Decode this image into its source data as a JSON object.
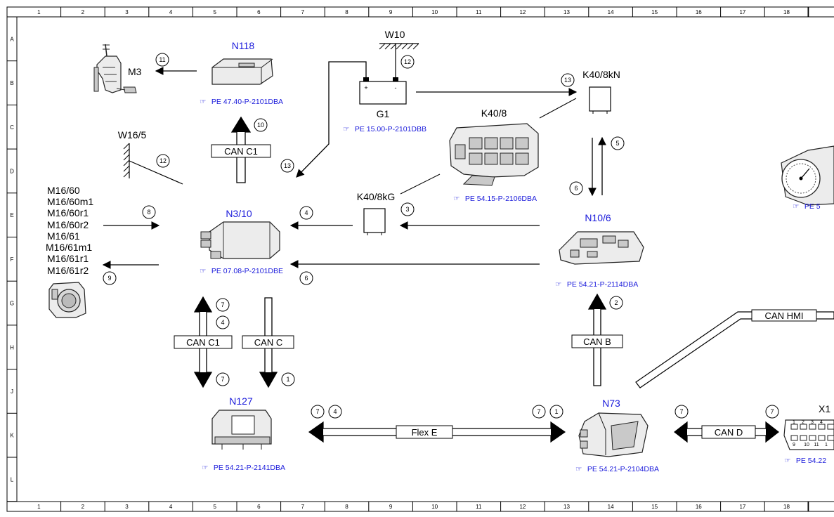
{
  "grid": {
    "columns": [
      "1",
      "2",
      "3",
      "4",
      "5",
      "6",
      "7",
      "8",
      "9",
      "10",
      "11",
      "12",
      "13",
      "14",
      "15",
      "16",
      "17",
      "18"
    ],
    "rows": [
      "A",
      "B",
      "C",
      "D",
      "E",
      "F",
      "G",
      "H",
      "J",
      "K",
      "L"
    ]
  },
  "components": {
    "m3": "M3",
    "n118": "N118",
    "n118_ref": "PE 47.40-P-2101DBA",
    "w10": "W10",
    "g1": "G1",
    "g1_plus": "+",
    "g1_minus": "-",
    "g1_ref": "PE 15.00-P-2101DBB",
    "k40_8kn": "K40/8kN",
    "k40_8": "K40/8",
    "k40_8_ref": "PE 54.15-P-2106DBA",
    "w16_5": "W16/5",
    "m16_list": [
      "M16/60",
      "M16/60m1",
      "M16/60r1",
      "M16/60r2",
      "M16/61",
      "M16/61m1",
      "M16/61r1",
      "M16/61r2"
    ],
    "n3_10": "N3/10",
    "n3_10_ref": "PE 07.08-P-2101DBE",
    "k40_8kg": "K40/8kG",
    "n10_6": "N10/6",
    "n10_6_ref": "PE 54.21-P-2114DBA",
    "instrument_ref": "PE 5",
    "n127": "N127",
    "n127_ref": "PE 54.21-P-2141DBA",
    "n73": "N73",
    "n73_ref": "PE 54.21-P-2104DBA",
    "x11": "X1",
    "x11_ref": "PE 54.22",
    "x11_pins": [
      "1",
      "2",
      "3",
      "4",
      "9",
      "10",
      "11",
      "1"
    ]
  },
  "buses": {
    "can_c1_top": "CAN C1",
    "can_c1_bottom": "CAN C1",
    "can_c": "CAN C",
    "can_b": "CAN B",
    "can_hmi": "CAN HMI",
    "flex_e": "Flex E",
    "can_d": "CAN D"
  },
  "callouts": {
    "c11": "11",
    "c12_w10": "12",
    "c13_k40": "13",
    "c10": "10",
    "c12_w16": "12",
    "c13_g1": "13",
    "c5": "5",
    "c6_n10": "6",
    "c8": "8",
    "c4_n3": "4",
    "c3": "3",
    "c9": "9",
    "c6_n3": "6",
    "c7_a": "7",
    "c4_b": "4",
    "c2": "2",
    "c7_c": "7",
    "c1_a": "1",
    "c7_f1": "7",
    "c4_f": "4",
    "c7_f2": "7",
    "c1_f": "1",
    "c7_d1": "7",
    "c7_d2": "7"
  }
}
